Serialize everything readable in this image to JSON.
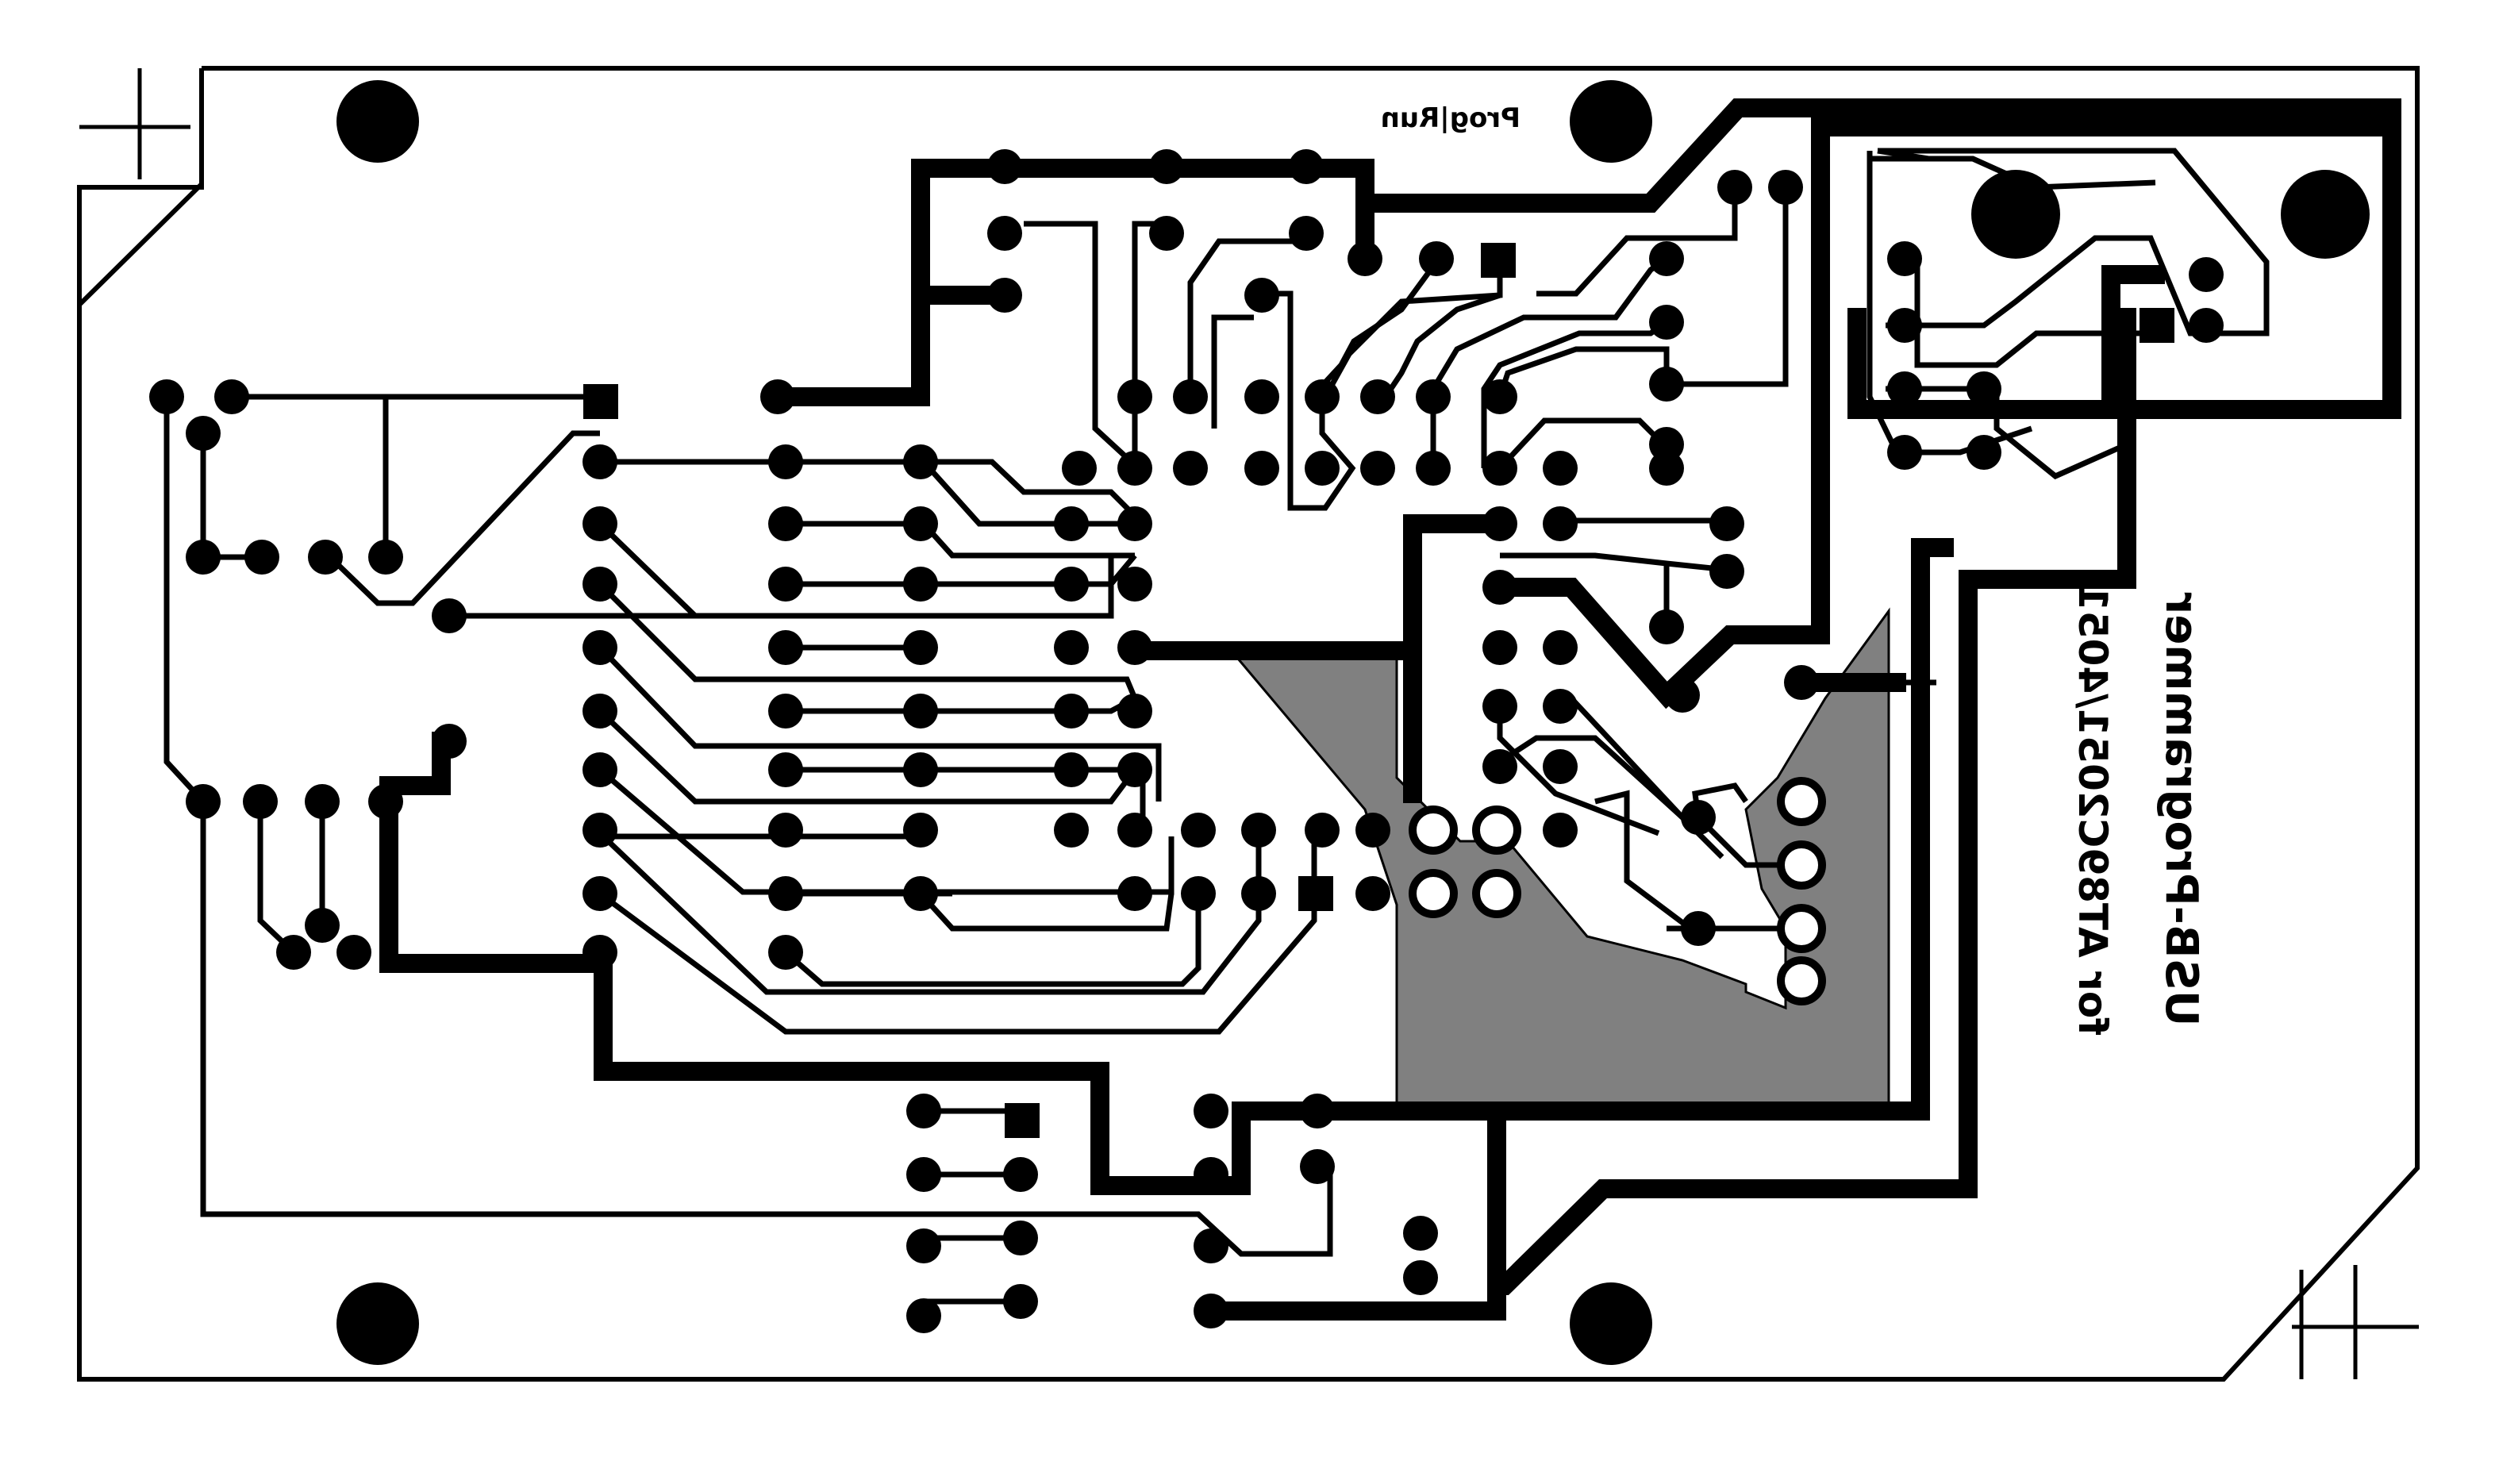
{
  "board": {
    "labels": {
      "mode_switch": "Prog|Run",
      "title": "USB-Programmer",
      "subtitle": "for AT89C2051/4051"
    }
  },
  "colors": {
    "copper": "#000000",
    "ground_pour": "#808080",
    "substrate": "#ffffff"
  }
}
